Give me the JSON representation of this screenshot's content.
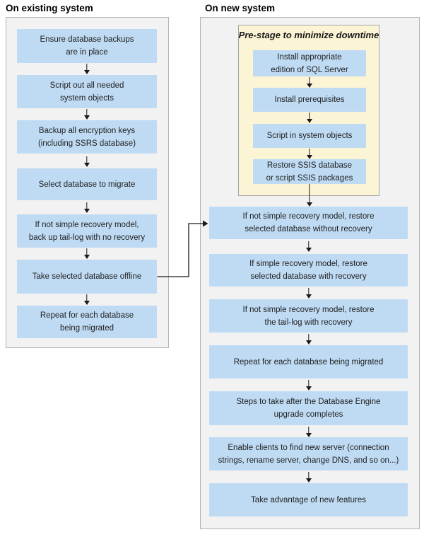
{
  "colors": {
    "box_blue": "#BFDBF3",
    "panel_bg": "#F2F2F2",
    "panel_border": "#B3B3B3",
    "prestage_bg": "#FBF4D5",
    "prestage_border": "#A6A6A6",
    "arrow": "#1A1A1A",
    "text": "#1F1F1F"
  },
  "left": {
    "heading": "On existing system",
    "steps": [
      {
        "label": "Ensure database backups\nare in place"
      },
      {
        "label": "Script out all needed\nsystem objects"
      },
      {
        "label": "Backup all encryption keys\n(including SSRS database)"
      },
      {
        "label": "Select database to migrate"
      },
      {
        "label": "If not simple recovery model,\nback up tail-log with no recovery"
      },
      {
        "label": "Take selected database offline"
      },
      {
        "label": "Repeat for each database\nbeing migrated"
      }
    ]
  },
  "right": {
    "heading": "On new system",
    "prestage": {
      "title": "Pre-stage to minimize downtime",
      "steps": [
        {
          "label": "Install appropriate\nedition of SQL Server"
        },
        {
          "label": "Install prerequisites"
        },
        {
          "label": "Script in system objects"
        },
        {
          "label": "Restore SSIS database\nor script SSIS packages"
        }
      ]
    },
    "steps": [
      {
        "label": "If not simple recovery model, restore\nselected database without recovery"
      },
      {
        "label": "If simple recovery model, restore\nselected database with recovery"
      },
      {
        "label": "If not simple recovery model, restore\nthe tail-log with recovery"
      },
      {
        "label": "Repeat for each database being migrated"
      },
      {
        "label": "Steps to take after the Database Engine\nupgrade completes"
      },
      {
        "label": "Enable clients to find new server (connection\nstrings, rename server, change DNS, and so on...)"
      },
      {
        "label": "Take advantage of new features"
      }
    ]
  }
}
